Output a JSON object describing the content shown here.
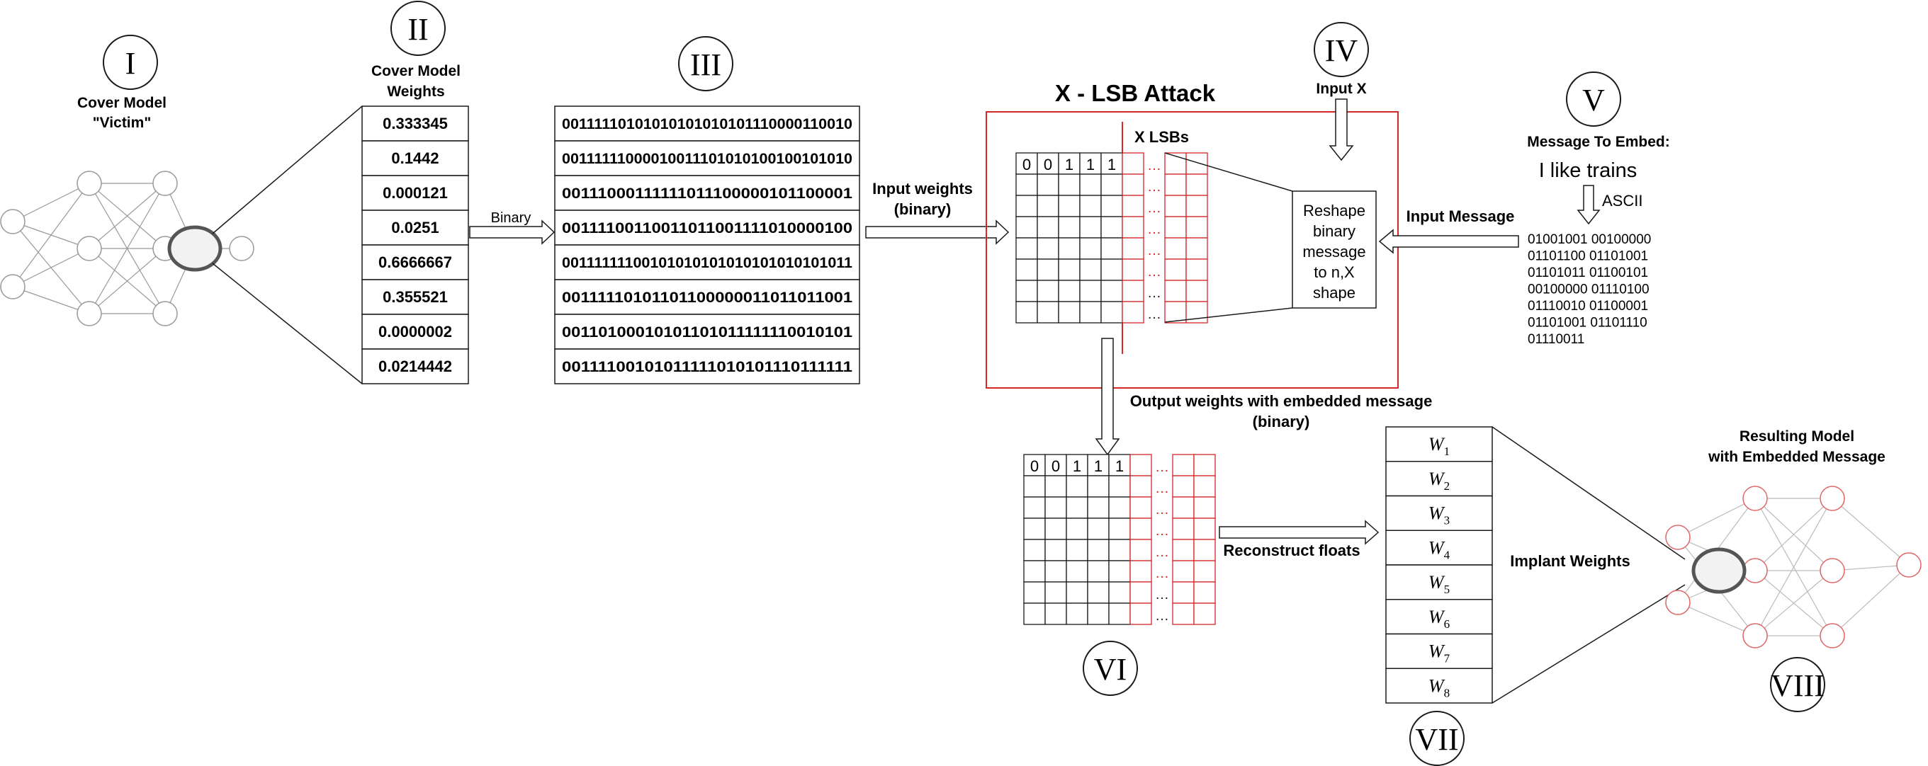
{
  "title": "X - LSB Attack",
  "stage_numerals": [
    "I",
    "II",
    "III",
    "IV",
    "V",
    "VI",
    "VII",
    "VIII"
  ],
  "cover_model": {
    "line1": "Cover Model",
    "line2": "\"Victim\""
  },
  "cover_weights_title": {
    "line1": "Cover Model",
    "line2": "Weights"
  },
  "weights": [
    "0.333345",
    "0.1442",
    "0.000121",
    "0.0251",
    "0.6666667",
    "0.355521",
    "0.0000002",
    "0.0214442"
  ],
  "binary_label": "Binary",
  "binary_weights": [
    "00111110101010101010101110000110010",
    "00111111000010011101010100100101010",
    "00111000111111011100000101100001",
    "00111100110011011001111010000100",
    "00111111100101010101010101010101011",
    "00111110101101100000011011011001",
    "00110100010101101011111110010101",
    "00111100101011111010101110111111"
  ],
  "input_weights_label": {
    "line1": "Input weights",
    "line2": "(binary)"
  },
  "input_x_label": "Input X",
  "x_lsbs_label": "X LSBs",
  "grid_first_row_bits": [
    "0",
    "0",
    "1",
    "1",
    "1"
  ],
  "grid_ellipsis": "…",
  "reshape_label": [
    "Reshape",
    "binary",
    "message",
    "to n,X",
    "shape"
  ],
  "message_title": "Message To Embed:",
  "message_text": "I like trains",
  "ascii_label": "ASCII",
  "ascii_bits": [
    "01001001 00100000",
    "01101100 01101001",
    "01101011 01100101",
    "00100000 01110100",
    "01110010 01100001",
    "01101001 01101110",
    "01110011"
  ],
  "input_message_label": "Input Message",
  "output_label": {
    "line1": "Output weights with embedded message",
    "line2": "(binary)"
  },
  "reconstruct_label": "Reconstruct floats",
  "implanted_weights": [
    {
      "base": "W",
      "sub": "1"
    },
    {
      "base": "W",
      "sub": "2"
    },
    {
      "base": "W",
      "sub": "3"
    },
    {
      "base": "W",
      "sub": "4"
    },
    {
      "base": "W",
      "sub": "5"
    },
    {
      "base": "W",
      "sub": "6"
    },
    {
      "base": "W",
      "sub": "7"
    },
    {
      "base": "W",
      "sub": "8"
    }
  ],
  "implant_label": "Implant Weights",
  "result_model": {
    "line1": "Resulting Model",
    "line2": "with Embedded Message"
  },
  "colors": {
    "stroke": "#1a1a1a",
    "red": "#d62728",
    "net_gray": "#bbbbbb",
    "highlight_fill": "#f2f2f2"
  }
}
